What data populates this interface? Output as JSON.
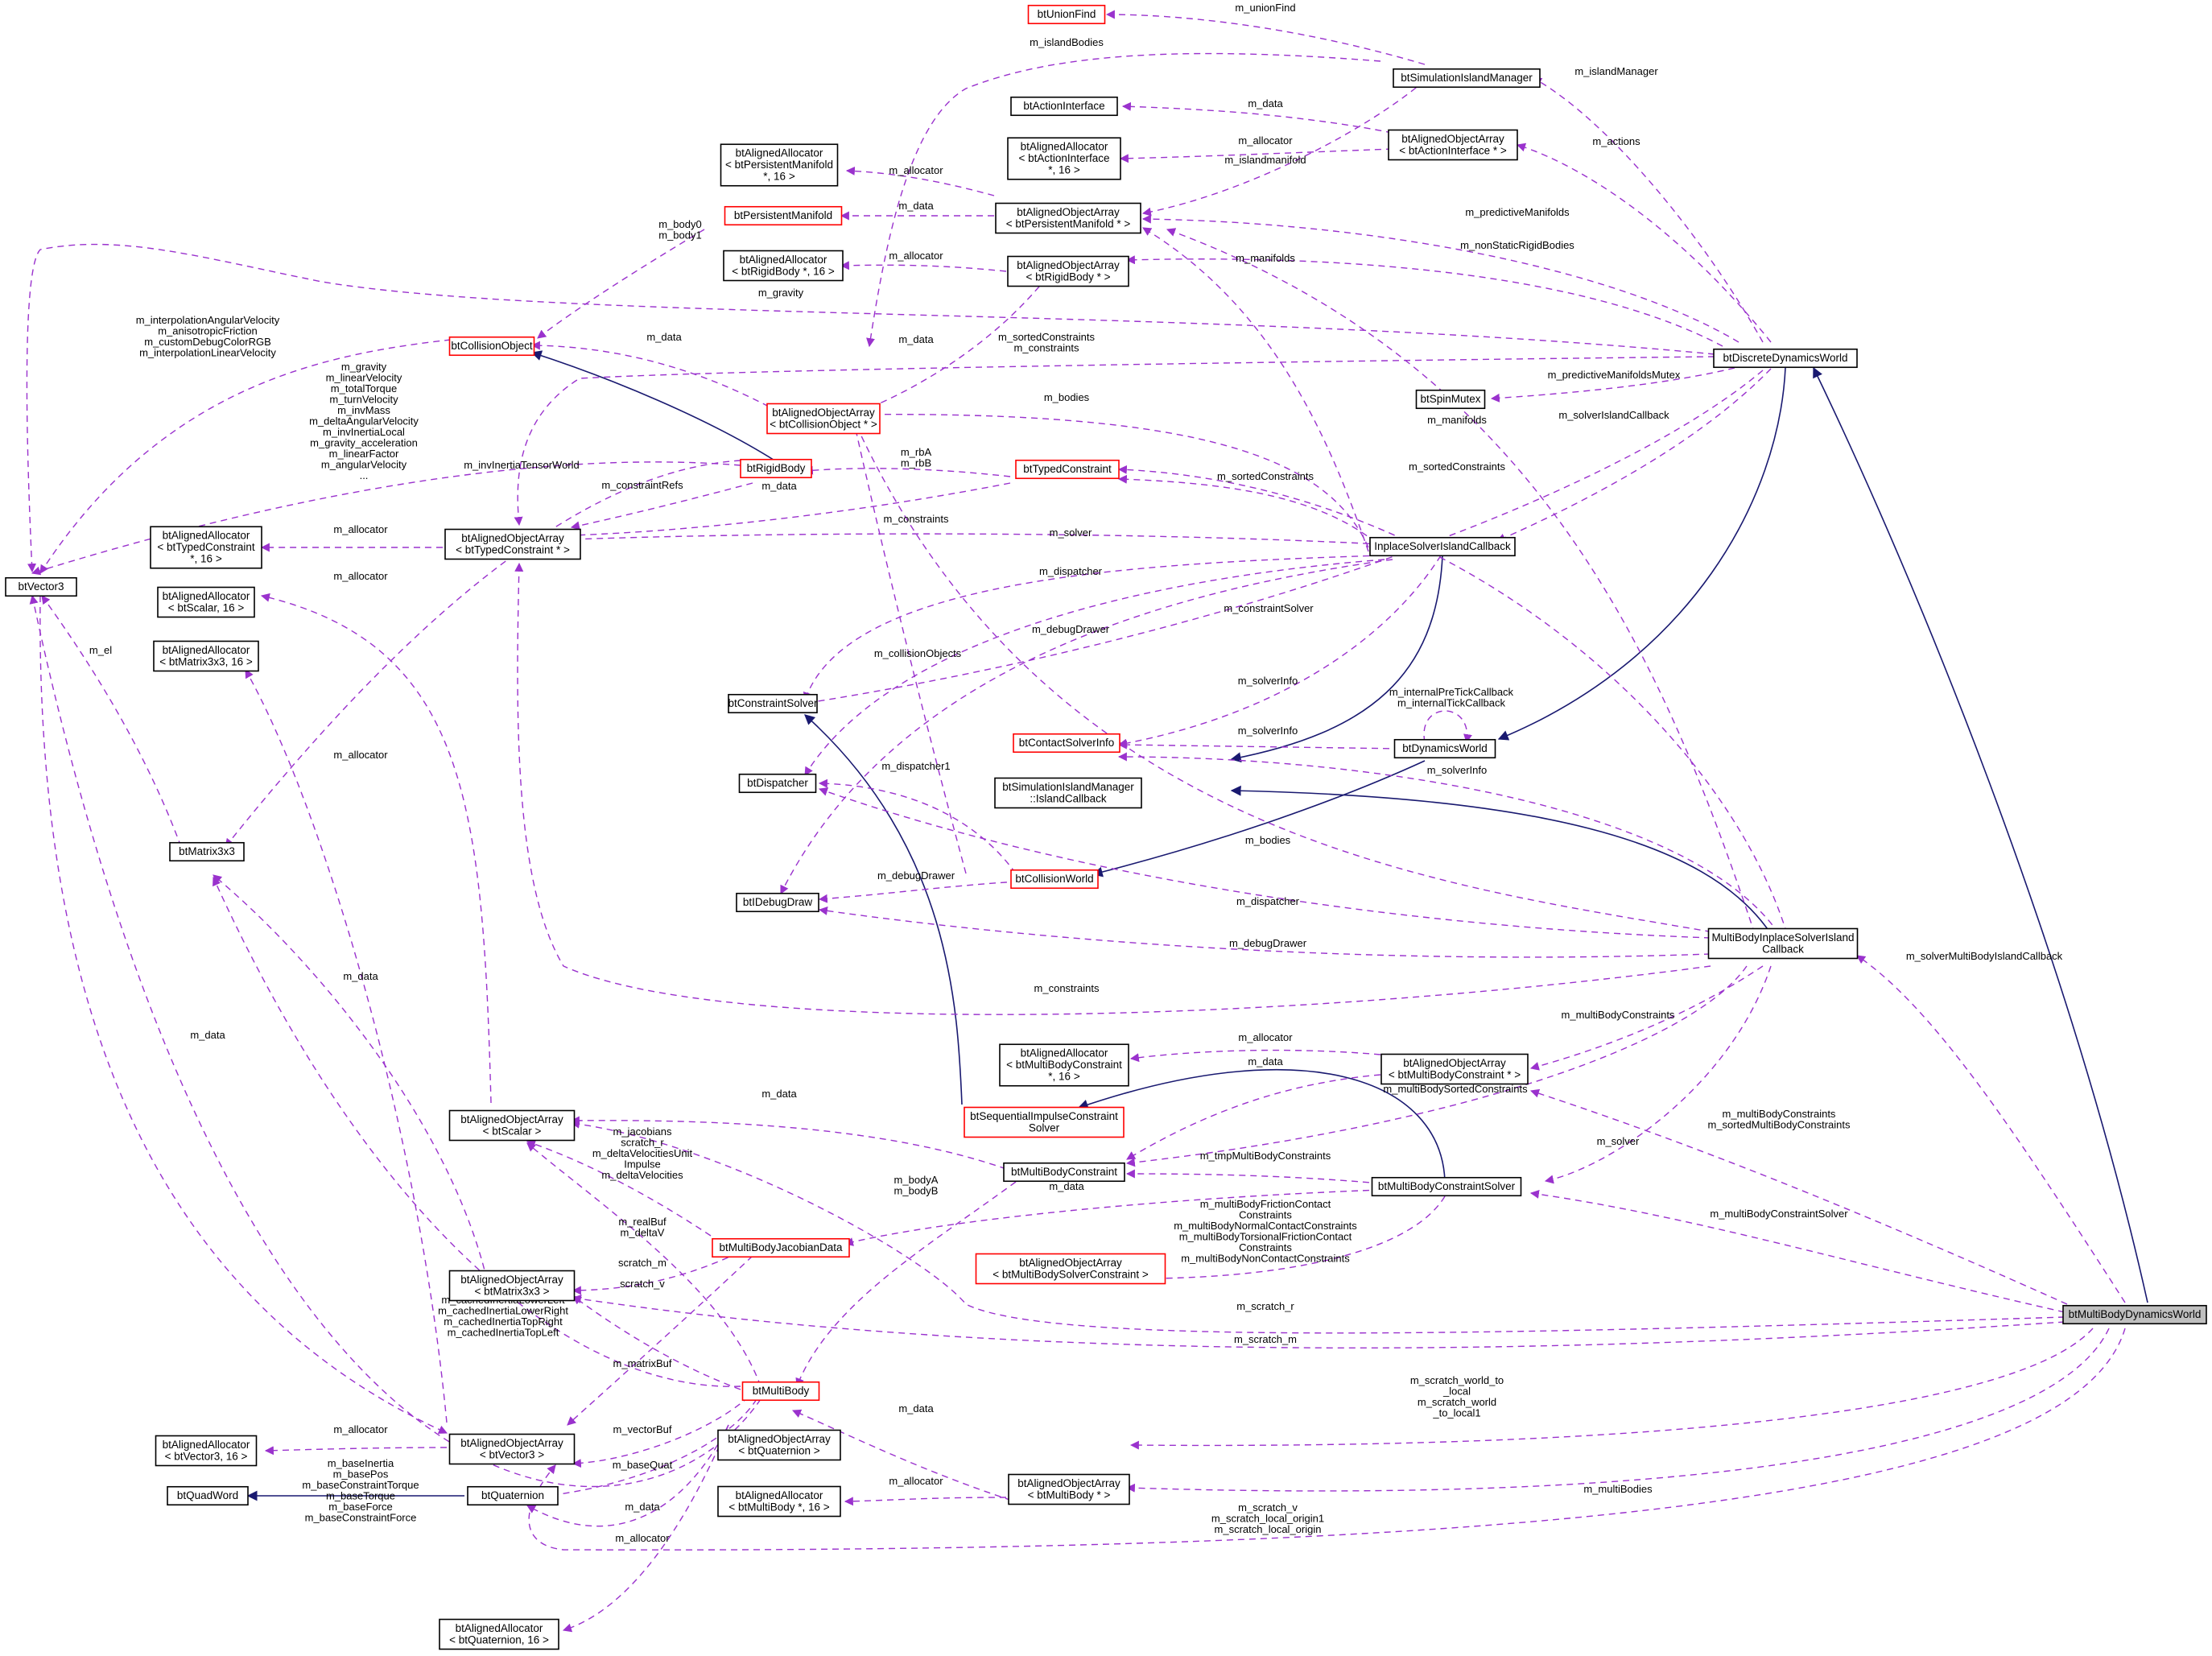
{
  "nodes": {
    "btUnionFind": [
      "btUnionFind"
    ],
    "btSimulationIslandManager": [
      "btSimulationIslandManager"
    ],
    "btActionInterface": [
      "btActionInterface"
    ],
    "btAlignedObjectArray_ActionInterface": [
      "btAlignedObjectArray",
      "< btActionInterface * >"
    ],
    "btAlignedAllocator_PersistentManifold": [
      "btAlignedAllocator",
      "< btPersistentManifold",
      " *, 16 >"
    ],
    "btAlignedAllocator_ActionInterface": [
      "btAlignedAllocator",
      "< btActionInterface",
      " *, 16 >"
    ],
    "btAlignedObjectArray_PersistentManifold": [
      "btAlignedObjectArray",
      "< btPersistentManifold * >"
    ],
    "btPersistentManifold": [
      "btPersistentManifold"
    ],
    "btAlignedAllocator_RigidBody": [
      "btAlignedAllocator",
      "< btRigidBody *, 16 >"
    ],
    "btAlignedObjectArray_RigidBody": [
      "btAlignedObjectArray",
      "< btRigidBody * >"
    ],
    "btCollisionObject": [
      "btCollisionObject"
    ],
    "btDiscreteDynamicsWorld": [
      "btDiscreteDynamicsWorld"
    ],
    "btSpinMutex": [
      "btSpinMutex"
    ],
    "btAlignedObjectArray_CollisionObject": [
      "btAlignedObjectArray",
      "< btCollisionObject * >"
    ],
    "btRigidBody": [
      "btRigidBody"
    ],
    "btTypedConstraint": [
      "btTypedConstraint"
    ],
    "btVector3": [
      "btVector3"
    ],
    "btAlignedAllocator_TypedConstraint": [
      "btAlignedAllocator",
      "< btTypedConstraint",
      " *, 16 >"
    ],
    "btAlignedObjectArray_TypedConstraint": [
      "btAlignedObjectArray",
      "< btTypedConstraint * >"
    ],
    "InplaceSolverIslandCallback": [
      "InplaceSolverIslandCallback"
    ],
    "btAlignedAllocator_Scalar": [
      "btAlignedAllocator",
      "< btScalar, 16 >"
    ],
    "btAlignedAllocator_Matrix3x3": [
      "btAlignedAllocator",
      "< btMatrix3x3, 16 >"
    ],
    "btConstraintSolver": [
      "btConstraintSolver"
    ],
    "btContactSolverInfo": [
      "btContactSolverInfo"
    ],
    "btDynamicsWorld": [
      "btDynamicsWorld"
    ],
    "btDispatcher": [
      "btDispatcher"
    ],
    "btSimulationIslandManager_IslandCallback": [
      "btSimulationIslandManager",
      "::IslandCallback"
    ],
    "btMatrix3x3": [
      "btMatrix3x3"
    ],
    "btIDebugDraw": [
      "btIDebugDraw"
    ],
    "btCollisionWorld": [
      "btCollisionWorld"
    ],
    "MultiBodyInplaceSolverIslandCallback": [
      "MultiBodyInplaceSolverIsland",
      "Callback"
    ],
    "btAlignedAllocator_MultiBodyConstraint": [
      "btAlignedAllocator",
      "< btMultiBodyConstraint",
      " *, 16 >"
    ],
    "btAlignedObjectArray_MultiBodyConstraint": [
      "btAlignedObjectArray",
      "< btMultiBodyConstraint * >"
    ],
    "btSequentialImpulseConstraintSolver": [
      "btSequentialImpulseConstraint",
      "Solver"
    ],
    "btAlignedObjectArray_Scalar": [
      "btAlignedObjectArray",
      "< btScalar >"
    ],
    "btMultiBodyConstraint": [
      "btMultiBodyConstraint"
    ],
    "btMultiBodyConstraintSolver": [
      "btMultiBodyConstraintSolver"
    ],
    "btMultiBodyJacobianData": [
      "btMultiBodyJacobianData"
    ],
    "btAlignedObjectArray_MultiBodySolverConstraint": [
      "btAlignedObjectArray",
      "< btMultiBodySolverConstraint >"
    ],
    "btAlignedObjectArray_Matrix3x3": [
      "btAlignedObjectArray",
      "< btMatrix3x3 >"
    ],
    "btMultiBodyDynamicsWorld": [
      "btMultiBodyDynamicsWorld"
    ],
    "btMultiBody": [
      "btMultiBody"
    ],
    "btAlignedAllocator_Vector3": [
      "btAlignedAllocator",
      "< btVector3, 16 >"
    ],
    "btAlignedObjectArray_Vector3": [
      "btAlignedObjectArray",
      "< btVector3 >"
    ],
    "btAlignedObjectArray_Quaternion": [
      "btAlignedObjectArray",
      "< btQuaternion >"
    ],
    "btQuadWord": [
      "btQuadWord"
    ],
    "btQuaternion": [
      "btQuaternion"
    ],
    "btAlignedAllocator_MultiBody": [
      "btAlignedAllocator",
      "< btMultiBody *, 16 >"
    ],
    "btAlignedObjectArray_MultiBody": [
      "btAlignedObjectArray",
      "< btMultiBody * >"
    ],
    "btAlignedAllocator_Quaternion": [
      "btAlignedAllocator",
      "< btQuaternion, 16 >"
    ]
  },
  "edges": {
    "m_unionFind": [
      "m_unionFind"
    ],
    "m_islandBodies": [
      "m_islandBodies"
    ],
    "m_islandManager": [
      "m_islandManager"
    ],
    "m_data_action": [
      "m_data"
    ],
    "m_actions": [
      "m_actions"
    ],
    "m_allocator_action": [
      "m_allocator"
    ],
    "m_islandmanifold": [
      "m_islandmanifold"
    ],
    "m_allocator_pm": [
      "m_allocator"
    ],
    "m_data_pm": [
      "m_data"
    ],
    "m_predictiveManifolds": [
      "m_predictiveManifolds"
    ],
    "m_nonStaticRigidBodies": [
      "m_nonStaticRigidBodies"
    ],
    "m_allocator_rb": [
      "m_allocator"
    ],
    "m_manifolds_1": [
      "m_manifolds"
    ],
    "m_body0_body1": [
      "m_body0",
      "m_body1"
    ],
    "m_gravity_vec": [
      "m_gravity"
    ],
    "m_data_rb": [
      "m_data"
    ],
    "m_vec_collobj": [
      "m_interpolationAngularVelocity",
      "m_anisotropicFriction",
      "m_customDebugColorRGB",
      "m_interpolationLinearVelocity"
    ],
    "m_data_co": [
      "m_data"
    ],
    "m_sortedConstraints_1": [
      "m_sortedConstraints",
      "m_constraints"
    ],
    "m_predictiveManifoldsMutex": [
      "m_predictiveManifoldsMutex"
    ],
    "m_solverIslandCallback": [
      "m_solverIslandCallback"
    ],
    "m_rb_vecs": [
      "m_gravity",
      "m_linearVelocity",
      "m_totalTorque",
      "m_turnVelocity",
      "m_invMass",
      "m_deltaAngularVelocity",
      "m_invInertiaLocal",
      "m_gravity_acceleration",
      "m_linearFactor",
      "m_angularVelocity",
      "..."
    ],
    "m_bodies_1": [
      "m_bodies"
    ],
    "m_manifolds_2": [
      "m_manifolds"
    ],
    "m_invInertiaTensorWorld": [
      "m_invInertiaTensorWorld"
    ],
    "m_rbA_rbB": [
      "m_rbA",
      "m_rbB"
    ],
    "m_sortedConstraints_2": [
      "m_sortedConstraints"
    ],
    "m_sortedConstraints_3": [
      "m_sortedConstraints"
    ],
    "m_constraintRefs": [
      "m_constraintRefs"
    ],
    "m_data_tc": [
      "m_data"
    ],
    "m_allocator_tc": [
      "m_allocator"
    ],
    "m_constraints_1": [
      "m_constraints"
    ],
    "m_solver_1": [
      "m_solver"
    ],
    "m_allocator_scalar": [
      "m_allocator"
    ],
    "m_dispatcher_1": [
      "m_dispatcher"
    ],
    "m_el": [
      "m_el"
    ],
    "m_constraintSolver": [
      "m_constraintSolver"
    ],
    "m_debugDrawer_1": [
      "m_debugDrawer"
    ],
    "m_collisionObjects": [
      "m_collisionObjects"
    ],
    "m_internalCallbacks": [
      "m_internalPreTickCallback",
      "m_internalTickCallback"
    ],
    "m_solverInfo_1": [
      "m_solverInfo"
    ],
    "m_solverInfo_2": [
      "m_solverInfo"
    ],
    "m_allocator_m33": [
      "m_allocator"
    ],
    "m_solverInfo_3": [
      "m_solverInfo"
    ],
    "m_dispatcher1": [
      "m_dispatcher1"
    ],
    "m_bodies_2": [
      "m_bodies"
    ],
    "m_debugDrawer_2": [
      "m_debugDrawer"
    ],
    "m_dispatcher_2": [
      "m_dispatcher"
    ],
    "m_debugDrawer_3": [
      "m_debugDrawer"
    ],
    "m_data_m33": [
      "m_data"
    ],
    "m_constraints_2": [
      "m_constraints"
    ],
    "m_solverMultiBodyIslandCallback": [
      "m_solverMultiBodyIslandCallback"
    ],
    "m_multiBodyConstraints_1": [
      "m_multiBodyConstraints"
    ],
    "m_allocator_mbc": [
      "m_allocator"
    ],
    "m_data_vec3": [
      "m_data"
    ],
    "m_data_mbc": [
      "m_data"
    ],
    "m_multiBodySortedConstraints": [
      "m_multiBodySortedConstraints"
    ],
    "m_data_scalar": [
      "m_data"
    ],
    "m_multiBodyConstraints_2": [
      "m_multiBodyConstraints",
      "m_sortedMultiBodyConstraints"
    ],
    "m_solver_2": [
      "m_solver"
    ],
    "m_tmpMultiBodyConstraints": [
      "m_tmpMultiBodyConstraints"
    ],
    "m_jacobian_scalars": [
      "m_jacobians",
      "scratch_r",
      "m_deltaVelocitiesUnit",
      "Impulse",
      "m_deltaVelocities"
    ],
    "m_bodyA_bodyB": [
      "m_bodyA",
      "m_bodyB"
    ],
    "m_data_jac": [
      "m_data"
    ],
    "m_multiBodyConstraintSolver": [
      "m_multiBodyConstraintSolver"
    ],
    "m_solver_constraints": [
      "m_multiBodyFrictionContact",
      "Constraints",
      "m_multiBodyNormalContactConstraints",
      "m_multiBodyTorsionalFrictionContact",
      "Constraints",
      "m_multiBodyNonContactConstraints"
    ],
    "m_realBuf_deltaV": [
      "m_realBuf",
      "m_deltaV"
    ],
    "scratch_m": [
      "scratch_m"
    ],
    "scratch_v": [
      "scratch_v"
    ],
    "m_scratch_r": [
      "m_scratch_r"
    ],
    "m_cachedInertia": [
      "m_cachedInertiaLowerLeft",
      "m_cachedInertiaLowerRight",
      "m_cachedInertiaTopRight",
      "m_cachedInertiaTopLeft"
    ],
    "m_scratch_m": [
      "m_scratch_m"
    ],
    "m_matrixBuf": [
      "m_matrixBuf"
    ],
    "m_allocator_vec3": [
      "m_allocator"
    ],
    "m_data_mb": [
      "m_data"
    ],
    "m_scratch_world": [
      "m_scratch_world_to",
      "_local",
      "m_scratch_world",
      "_to_local1"
    ],
    "m_vectorBuf": [
      "m_vectorBuf"
    ],
    "m_baseQuat": [
      "m_baseQuat"
    ],
    "m_allocator_mb": [
      "m_allocator"
    ],
    "m_multiBodies": [
      "m_multiBodies"
    ],
    "m_multibody_vecs": [
      "m_baseInertia",
      "m_basePos",
      "m_baseConstraintTorque",
      "m_baseTorque",
      "m_baseForce",
      "m_baseConstraintForce"
    ],
    "m_data_quat": [
      "m_data"
    ],
    "m_scratch_v_local": [
      "m_scratch_v",
      "m_scratch_local_origin1",
      "m_scratch_local_origin"
    ],
    "m_allocator_quat": [
      "m_allocator"
    ]
  }
}
